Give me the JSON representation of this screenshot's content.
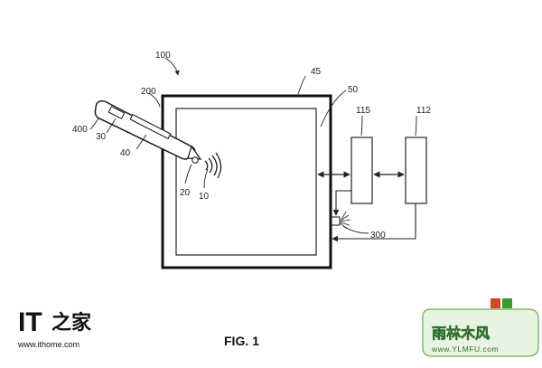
{
  "figure": {
    "caption": "FIG. 1",
    "ref_labels": {
      "system": "100",
      "stylus": "200",
      "stylus_body": "400",
      "switch": "30",
      "circuit": "40",
      "tip": "20",
      "signal": "10",
      "frame": "45",
      "screen": "50",
      "controller": "115",
      "processor": "112",
      "emitter": "300"
    }
  },
  "watermarks": {
    "ithome": {
      "logo_latin": "IT",
      "logo_cn": "之家",
      "url": "www.ithome.com"
    },
    "ylmfu": {
      "logo_cn": "雨林木风",
      "url": "www.YLMFU.com"
    }
  }
}
